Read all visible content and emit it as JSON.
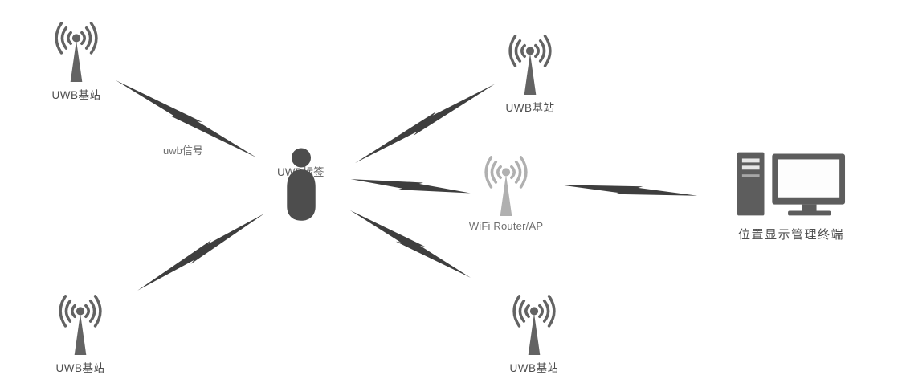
{
  "diagram": {
    "type": "network-topology",
    "labels": {
      "station_tl": "UWB基站",
      "station_tr": "UWB基站",
      "station_bl": "UWB基站",
      "station_bc": "UWB基站",
      "tag": "UWB标签",
      "signal": "uwb信号",
      "wifi": "WiFi Router/AP",
      "terminal": "位置显示管理终端"
    },
    "edges": [
      {
        "from": "uwb-station-top-left",
        "to": "uwb-tag",
        "label": "uwb信号"
      },
      {
        "from": "uwb-tag",
        "to": "uwb-station-top-right",
        "label": ""
      },
      {
        "from": "uwb-station-bottom-left",
        "to": "uwb-tag",
        "label": ""
      },
      {
        "from": "uwb-tag",
        "to": "uwb-station-bottom-center",
        "label": ""
      },
      {
        "from": "uwb-tag",
        "to": "wifi-router",
        "label": ""
      },
      {
        "from": "wifi-router",
        "to": "location-terminal",
        "label": ""
      }
    ],
    "colors": {
      "station": "#636363",
      "wifi": "#b0b0b0",
      "person": "#4d4d4d",
      "computer": "#5d5d5d",
      "bolt": "#3e3e3e",
      "label_text": "#4f4f4f",
      "muted_text": "#6f6f6f"
    }
  }
}
